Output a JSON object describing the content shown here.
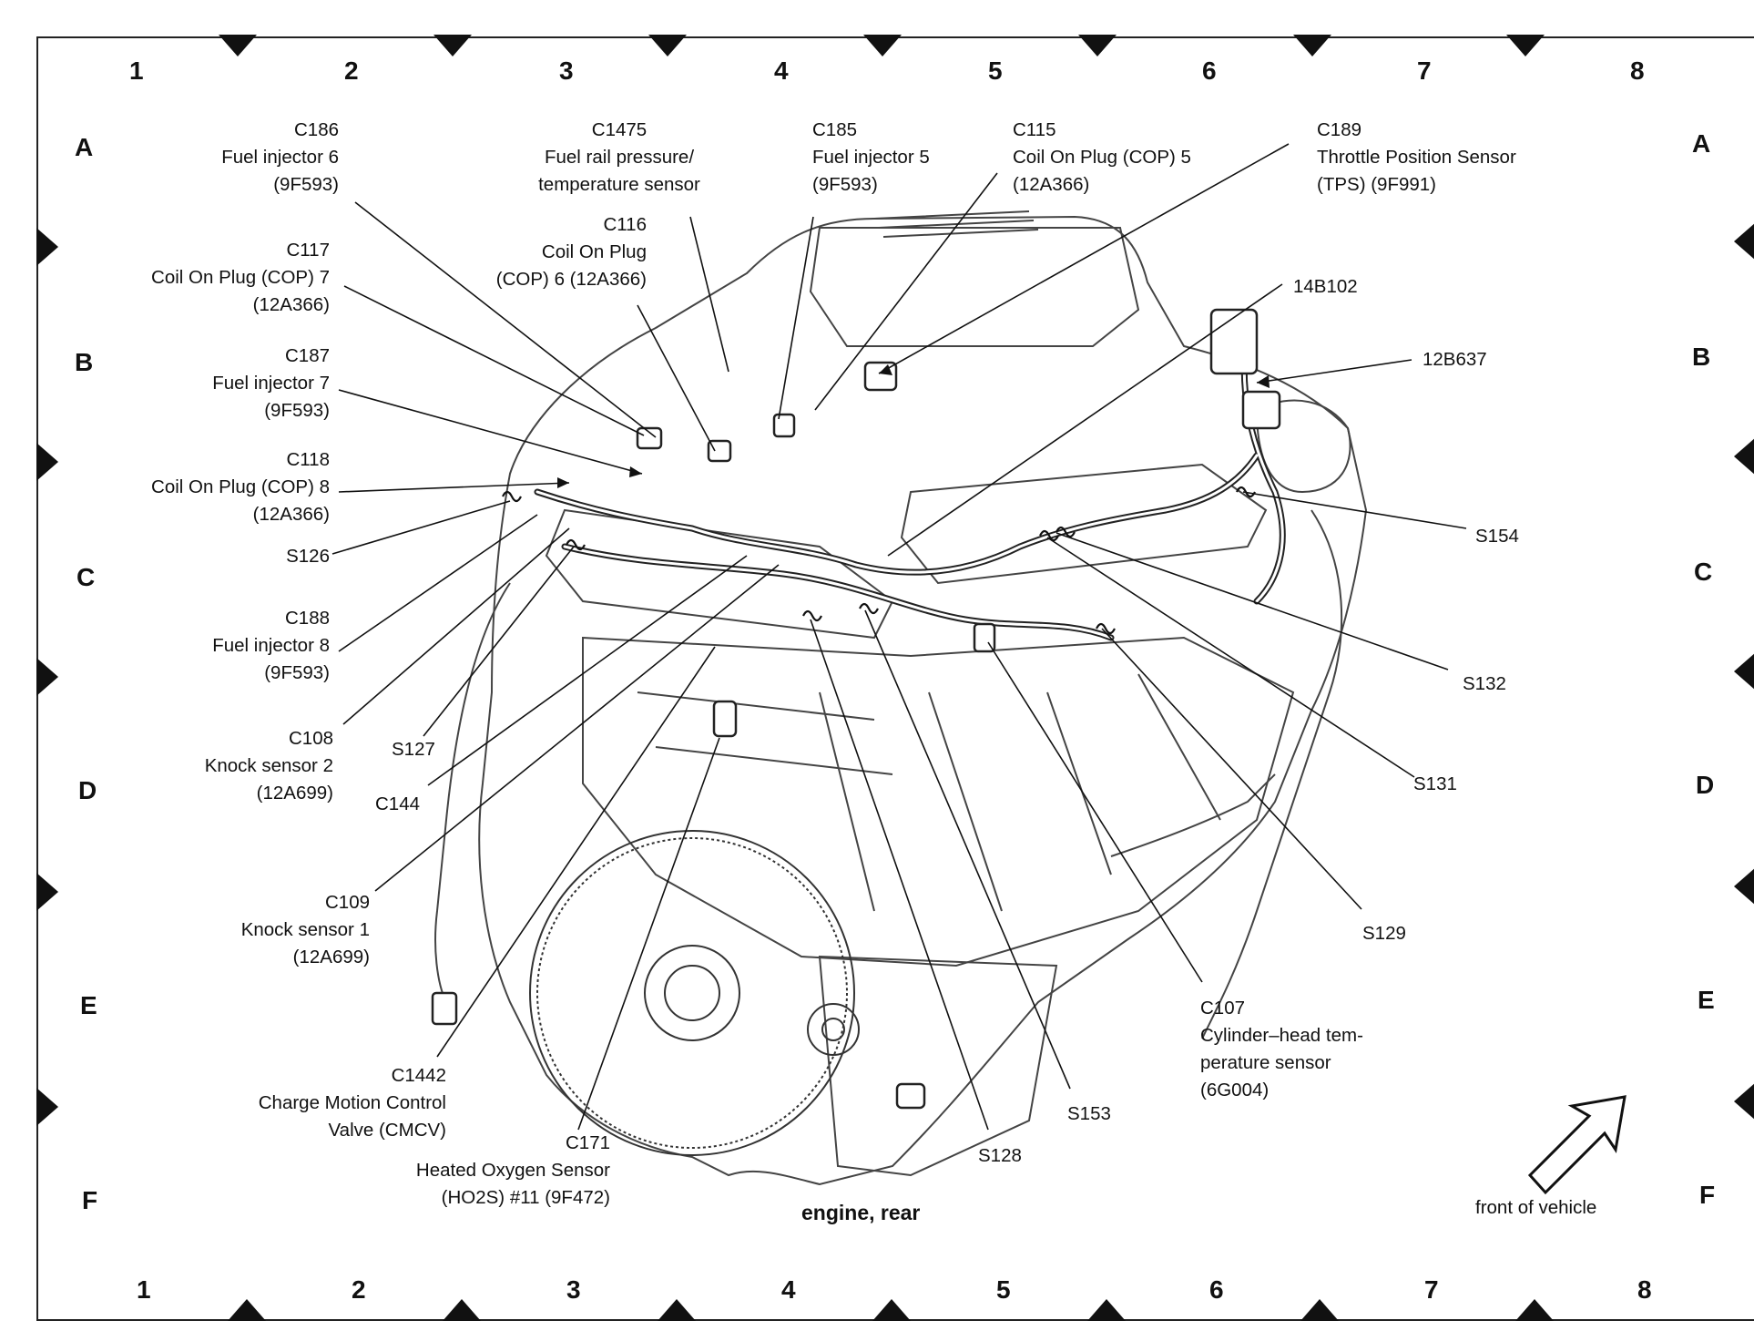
{
  "grid": {
    "columns": [
      "1",
      "2",
      "3",
      "4",
      "5",
      "6",
      "7",
      "8"
    ],
    "rows": [
      "A",
      "B",
      "C",
      "D",
      "E",
      "F"
    ]
  },
  "title": "engine, rear",
  "orientation_label": "front of vehicle",
  "callouts": {
    "c186": [
      "C186",
      "Fuel injector 6",
      "(9F593)"
    ],
    "c1475": [
      "C1475",
      "Fuel rail pressure/",
      "temperature sensor"
    ],
    "c185": [
      "C185",
      "Fuel injector 5",
      "(9F593)"
    ],
    "c115": [
      "C115",
      "Coil On Plug (COP) 5",
      "(12A366)"
    ],
    "c189": [
      "C189",
      "Throttle Position Sensor",
      "(TPS) (9F991)"
    ],
    "c116": [
      "C116",
      "Coil On Plug",
      "(COP) 6 (12A366)"
    ],
    "c117": [
      "C117",
      "Coil On Plug (COP) 7",
      "(12A366)"
    ],
    "c187": [
      "C187",
      "Fuel injector 7",
      "(9F593)"
    ],
    "c118": [
      "C118",
      "Coil On Plug (COP) 8",
      "(12A366)"
    ],
    "s126": [
      "S126"
    ],
    "c188": [
      "C188",
      "Fuel injector 8",
      "(9F593)"
    ],
    "c108": [
      "C108",
      "Knock sensor 2",
      "(12A699)"
    ],
    "s127": [
      "S127"
    ],
    "c144": [
      "C144"
    ],
    "c109": [
      "C109",
      "Knock sensor 1",
      "(12A699)"
    ],
    "c1442": [
      "C1442",
      "Charge Motion Control",
      "Valve (CMCV)"
    ],
    "c171": [
      "C171",
      "Heated Oxygen Sensor",
      "(HO2S) #11 (9F472)"
    ],
    "s128": [
      "S128"
    ],
    "s153": [
      "S153"
    ],
    "c107": [
      "C107",
      "Cylinder–head tem-",
      "perature sensor",
      "(6G004)"
    ],
    "s129": [
      "S129"
    ],
    "s131": [
      "S131"
    ],
    "s132": [
      "S132"
    ],
    "s154": [
      "S154"
    ],
    "p12b637": [
      "12B637"
    ],
    "p14b102": [
      "14B102"
    ]
  },
  "colors": {
    "ink": "#111111",
    "paper": "#ffffff",
    "engine_line": "#444444"
  }
}
